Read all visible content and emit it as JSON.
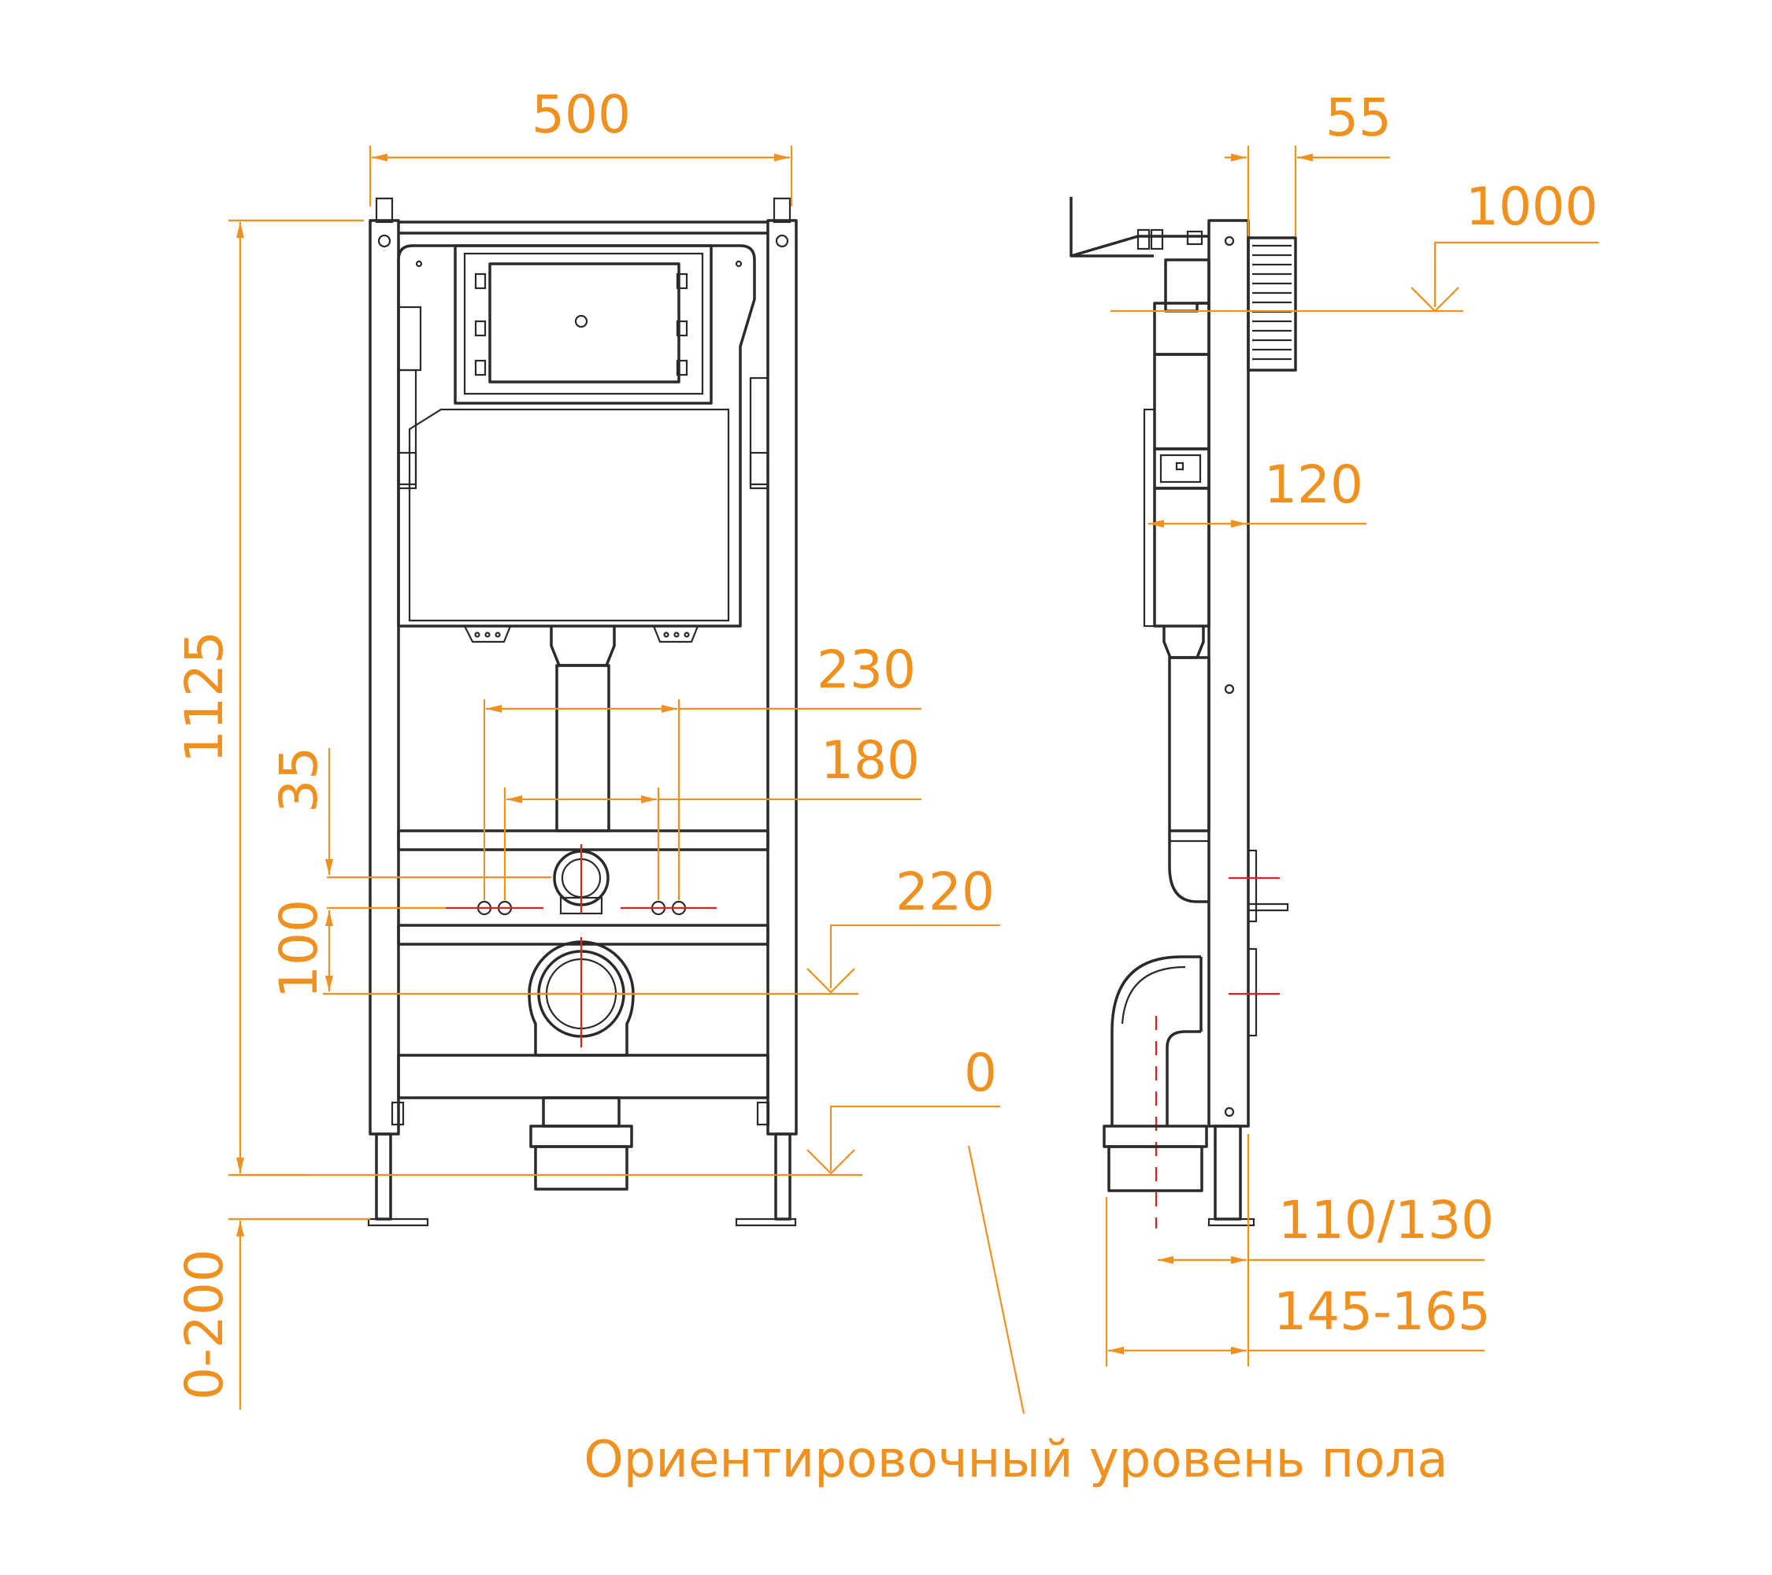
{
  "colors": {
    "dimension": "#f0901e",
    "outline": "#2a2a2a",
    "axis": "#e02020",
    "background": "#ffffff"
  },
  "front_view": {
    "width": "500",
    "height": "1125",
    "leg_adjust": "0-200",
    "pin_spacing_outer": "230",
    "pin_spacing_inner": "180",
    "pin_offset": "35",
    "drain_offset": "100",
    "drain_height": "220",
    "floor_zero": "0"
  },
  "side_view": {
    "depth_top": "55",
    "cistern_height": "1000",
    "cistern_depth": "120",
    "drain_axis": "110/130",
    "total_depth": "145-165"
  },
  "caption": "Ориентировочный уровень пола"
}
